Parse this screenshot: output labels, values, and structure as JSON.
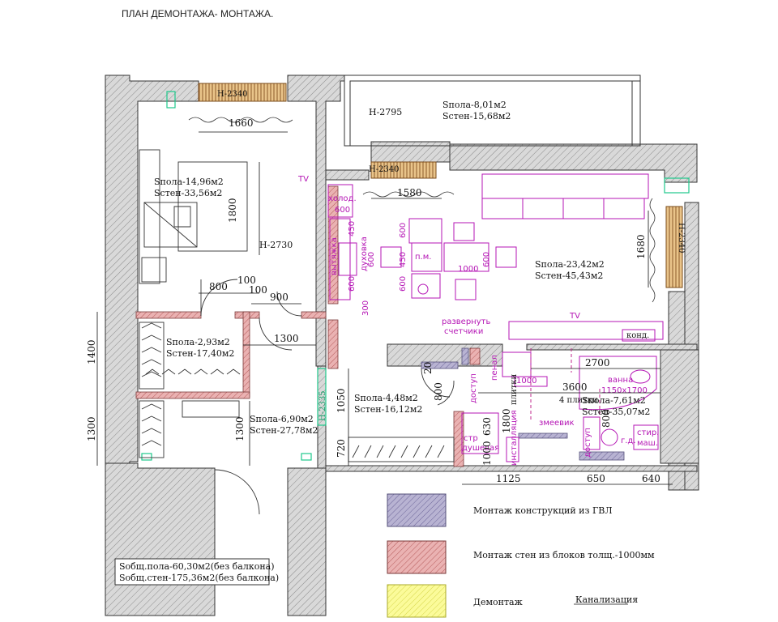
{
  "title": "ПЛАН ДЕМОНТАЖА- МОНТАЖА.",
  "colors": {
    "wall_fill": "#d8d8d8",
    "gkl_fill": "#a9a3c4",
    "block_fill": "#e3a3a3",
    "demontage_fill": "#fafa8a",
    "furniture_stroke": "#b516b5",
    "sewer": "#c22a8c",
    "aux_green": "#1ec98c"
  },
  "rooms": {
    "bedroom": {
      "spola": "Sпола-14,96м2",
      "ssten": "Sстен-33,56м2",
      "height": "H-2730"
    },
    "balcony": {
      "spola": "Sпола-8,01м2",
      "ssten": "Sстен-15,68м2",
      "height": "H-2795"
    },
    "kitchen": {
      "spola": "Sпола-23,42м2",
      "ssten": "Sстен-45,43м2"
    },
    "wardrobe": {
      "spola": "Sпола-2,93м2",
      "ssten": "Sстен-17,40м2"
    },
    "hall": {
      "spola": "Sпола-6,90м2",
      "ssten": "Sстен-27,78м2"
    },
    "corridor": {
      "spola": "Sпола-4,48м2",
      "ssten": "Sстен-16,12м2"
    },
    "bath": {
      "spola": "Sпола-7,61м2",
      "ssten": "Sстен-35,07м2"
    }
  },
  "window_heights": {
    "bedroom": "H-2340",
    "kitchen": "H-2340",
    "side": "H-2340"
  },
  "dimensions": {
    "d1660": "1660",
    "d1800": "1800",
    "d800": "800",
    "d100a": "100",
    "d100b": "100",
    "d900": "900",
    "d1300a": "1300",
    "d1400": "1400",
    "d1300b": "1300",
    "d1300c": "1300",
    "d1580": "1580",
    "d1680": "1680",
    "d1050": "1050",
    "d720": "720",
    "d2335": "H-2335",
    "d2700": "2700",
    "d3600": "3600",
    "d800b": "800",
    "d1800b": "1800",
    "d630": "630",
    "d1000": "1000",
    "d1125": "1125",
    "d650": "650",
    "d640": "640",
    "d800c": "800",
    "d20": "20",
    "d1000b": "1000"
  },
  "labels": {
    "tv1": "TV",
    "tv2": "TV",
    "holod": "холод.",
    "h600": "600",
    "v600": "600",
    "v450a": "450",
    "v450b": "450",
    "v600b": "600",
    "v600c": "600",
    "v600d": "600",
    "v600e": "600",
    "v300": "300",
    "duhovka": "духовка",
    "vyt": "вытяжка",
    "pm": "п.м.",
    "k1000": "1000",
    "razvernut1": "развернуть",
    "razvernut2": "счетчики",
    "kond": "конд.",
    "vanna1": "ванна",
    "vanna2": "1150х1700",
    "plitki4": "4 плитки",
    "dostup1": "доступ",
    "dostup2": "доступ",
    "penal": "пенал",
    "plitki": "плитки",
    "zmeevik": "змеевик",
    "stir": "стир.",
    "mash": "маш.",
    "gd": "г.д.",
    "dush1": "стр",
    "dush2": "душевая",
    "inst": "инсталляция",
    "r1000": "1000"
  },
  "legend": {
    "gkl": "Монтаж конструкций из ГВЛ",
    "blocks": "Монтаж стен из блоков толщ.-1000мм",
    "demontage": "Демонтаж",
    "sewer": "Канализация"
  },
  "totals": {
    "floor": "Sобщ.пола-60,30м2(без балкона)",
    "walls": "Sобщ.стен-175,36м2(без балкона)"
  }
}
